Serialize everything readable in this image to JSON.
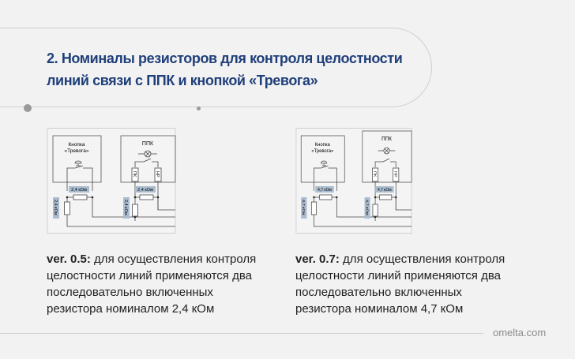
{
  "title": {
    "line1": "2. Номиналы резисторов для контроля целостности",
    "line2": "линий связи с ППК и кнопкой «Тревога»"
  },
  "diagrams": [
    {
      "button_label_1": "Кнопка",
      "button_label_2": "«Тревога»",
      "panel_label": "ППК",
      "pk": "ПК",
      "nr": "НР",
      "resistor": "2,4 кОм"
    },
    {
      "button_label_1": "Кнопка",
      "button_label_2": "«Тревога»",
      "panel_label": "ППК",
      "pk": "ПК",
      "nr": "НР",
      "resistor": "4,7 кОм"
    }
  ],
  "descriptions": [
    {
      "version": "ver. 0.5:",
      "text": " для осуществления контроля целостности линий применяются два последовательно включенных резистора номиналом 2,4 кОм"
    },
    {
      "version": "ver. 0.7:",
      "text": " для осуществления контроля целостности линий применяются два последовательно включенных резистора номиналом 4,7 кОм"
    }
  ],
  "footer": {
    "site": "omelta.com"
  },
  "colors": {
    "title": "#1f3f7a",
    "label_bg": "#aabdd0"
  }
}
